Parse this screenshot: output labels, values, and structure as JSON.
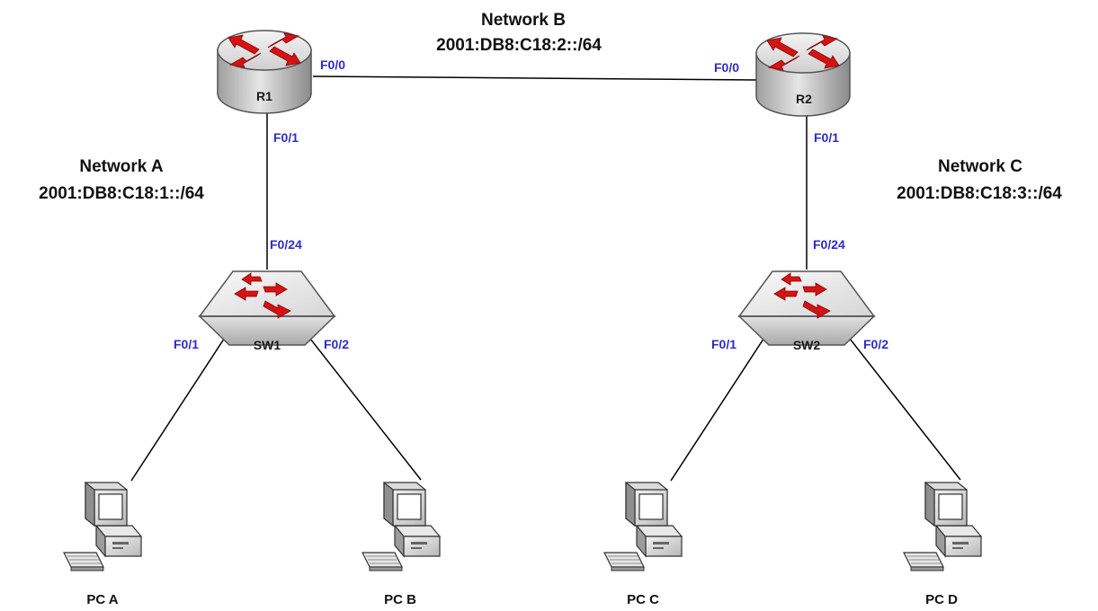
{
  "colors": {
    "port_label": "#2d2dc8",
    "link": "#000000",
    "arrow": "#d41414",
    "device_body": "#c9c9c9"
  },
  "networks": {
    "a": {
      "name": "Network A",
      "prefix": "2001:DB8:C18:1::/64"
    },
    "b": {
      "name": "Network B",
      "prefix": "2001:DB8:C18:2::/64"
    },
    "c": {
      "name": "Network C",
      "prefix": "2001:DB8:C18:3::/64"
    }
  },
  "routers": {
    "r1": {
      "label": "R1",
      "icon": "router-icon"
    },
    "r2": {
      "label": "R2",
      "icon": "router-icon"
    }
  },
  "switches": {
    "sw1": {
      "label": "SW1",
      "icon": "switch-icon"
    },
    "sw2": {
      "label": "SW2",
      "icon": "switch-icon"
    }
  },
  "pcs": {
    "a": {
      "label": "PC A",
      "icon": "pc-icon"
    },
    "b": {
      "label": "PC B",
      "icon": "pc-icon"
    },
    "c": {
      "label": "PC C",
      "icon": "pc-icon"
    },
    "d": {
      "label": "PC D",
      "icon": "pc-icon"
    }
  },
  "ports": {
    "r1_f00": "F0/0",
    "r2_f00": "F0/0",
    "r1_f01": "F0/1",
    "r2_f01": "F0/1",
    "sw1_f024": "F0/24",
    "sw2_f024": "F0/24",
    "sw1_f01": "F0/1",
    "sw1_f02": "F0/2",
    "sw2_f01": "F0/1",
    "sw2_f02": "F0/2"
  }
}
